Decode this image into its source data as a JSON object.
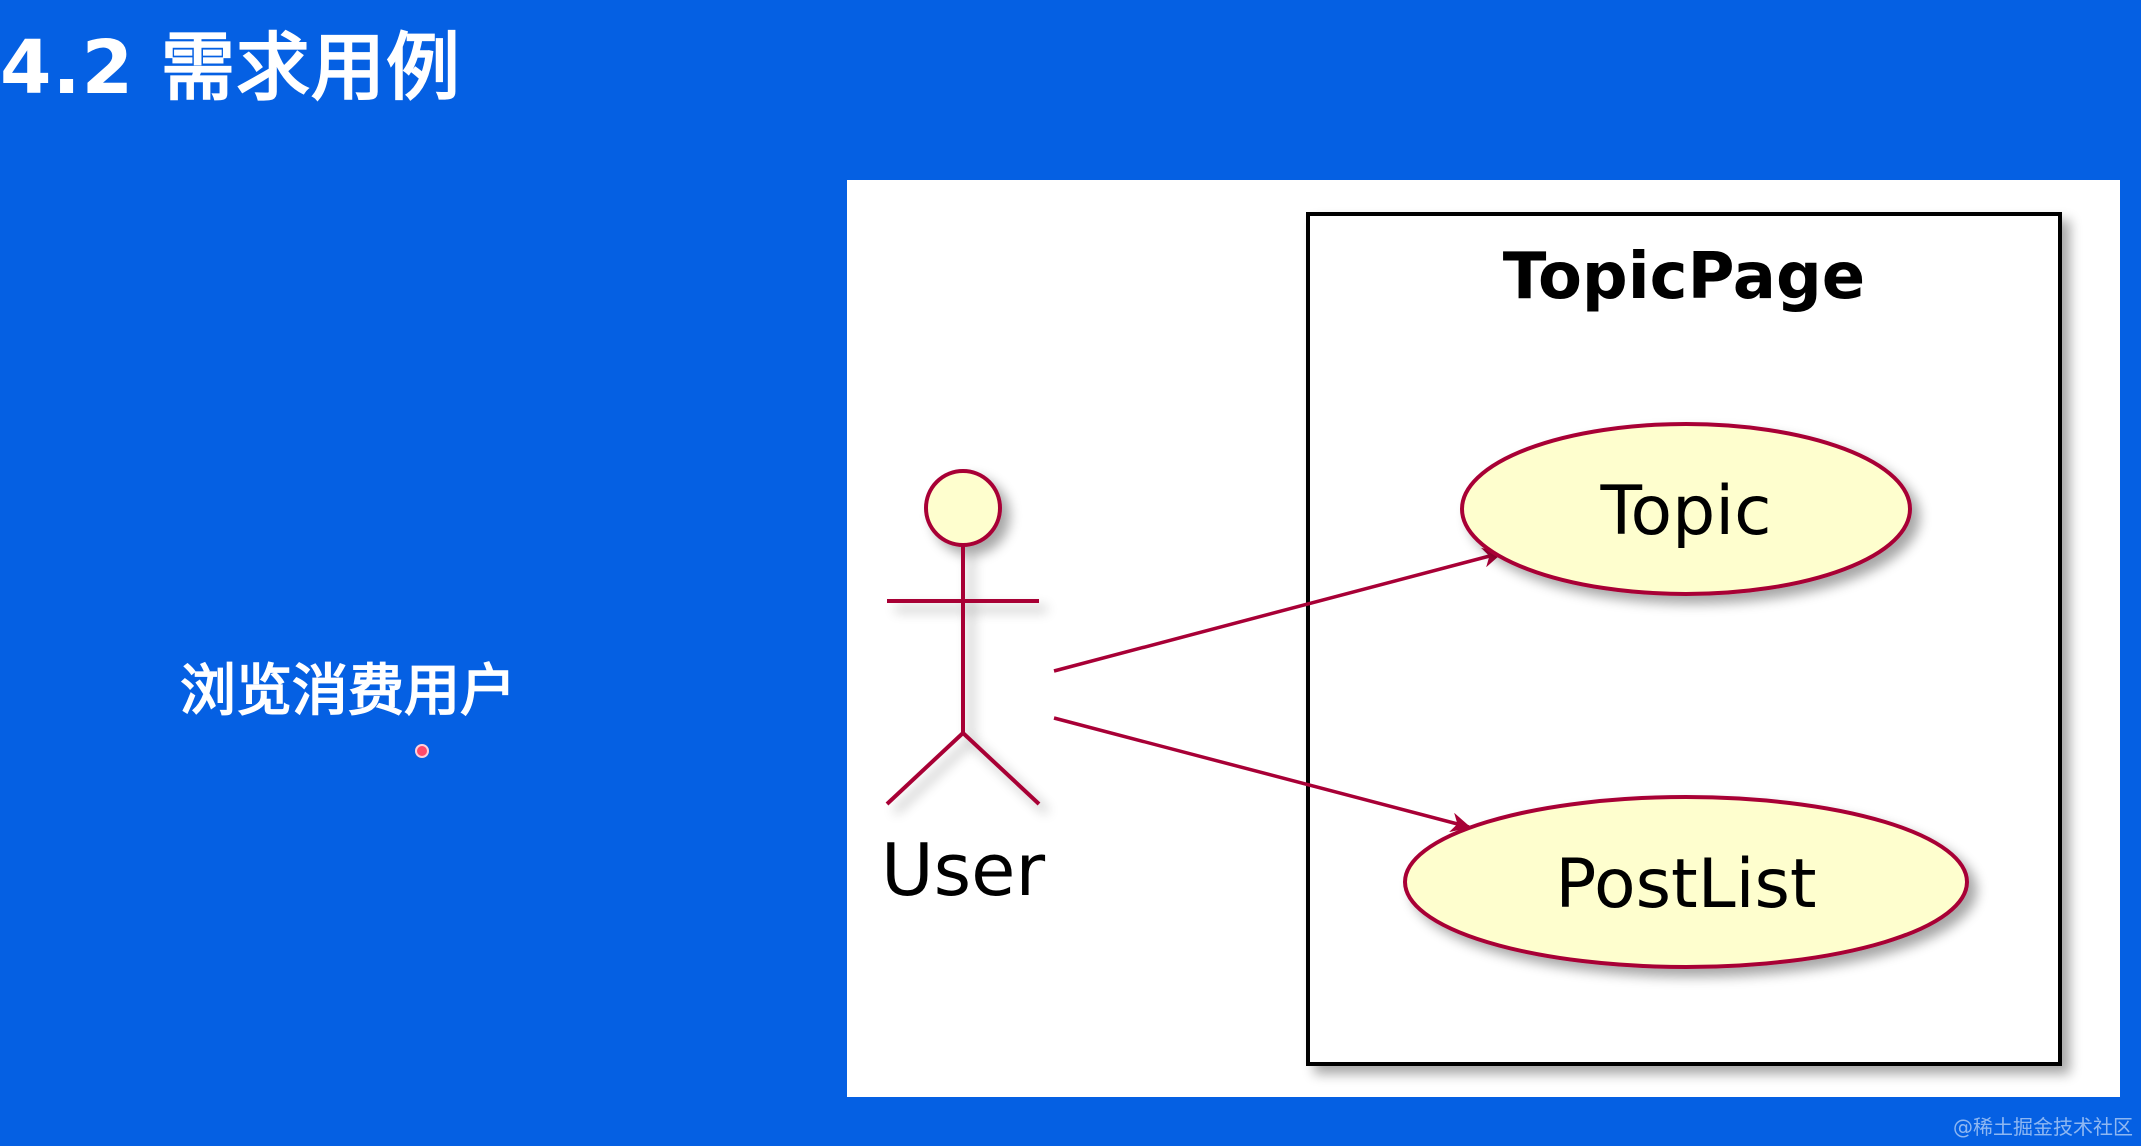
{
  "slide": {
    "title": "4.2 需求用例",
    "side_label": "浏览消费用户"
  },
  "diagram": {
    "system_boundary": "TopicPage",
    "actor": "User",
    "use_cases": [
      {
        "label": "Topic"
      },
      {
        "label": "PostList"
      }
    ]
  },
  "watermark": "@稀土掘金技术社区",
  "colors": {
    "background": "#0560E3",
    "actor_fill": "#FEFECE",
    "actor_stroke": "#A80036",
    "usecase_fill": "#FEFECE",
    "usecase_stroke": "#A80036",
    "arrow": "#A80036",
    "boundary_stroke": "#000000"
  }
}
